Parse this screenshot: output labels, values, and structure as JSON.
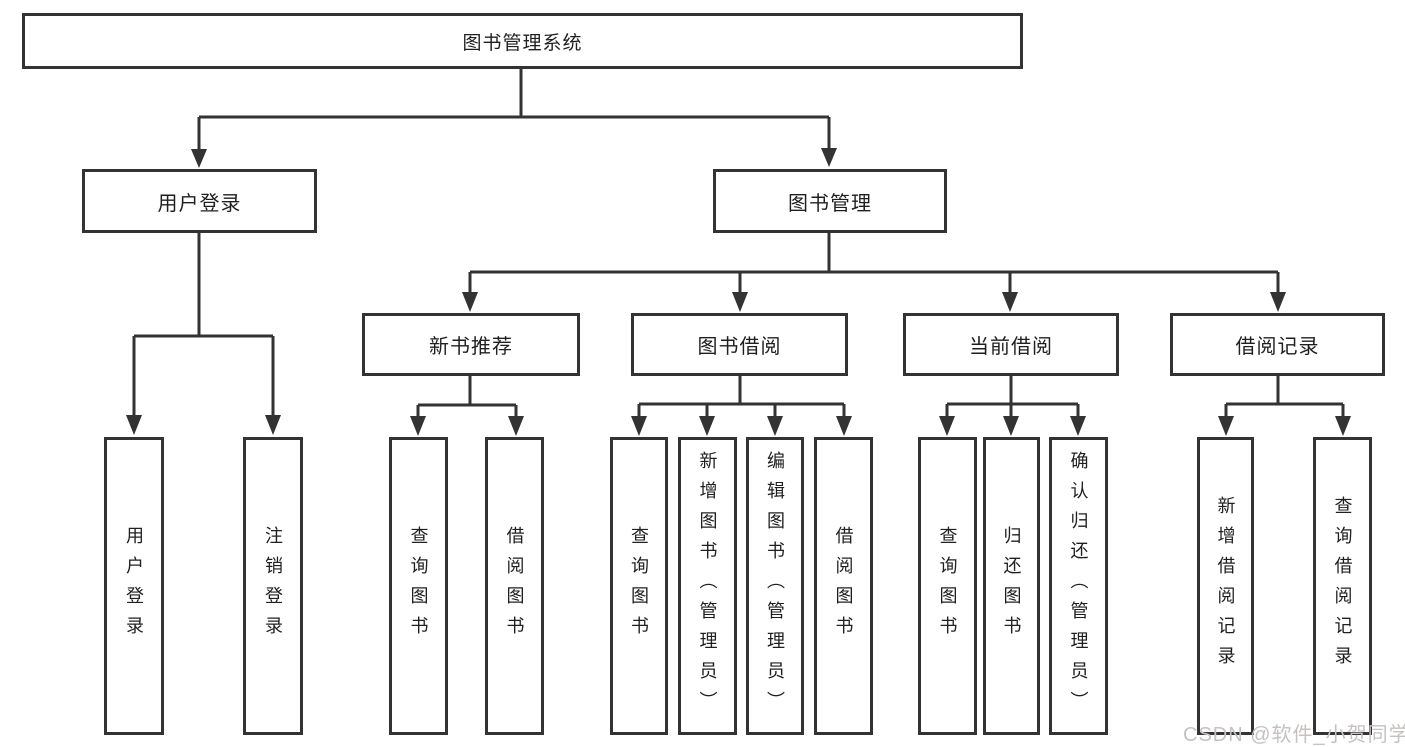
{
  "nodes": {
    "root": {
      "label": "图书管理系统"
    },
    "user_login": {
      "label": "用户登录"
    },
    "book_management": {
      "label": "图书管理"
    },
    "new_book_recommend": {
      "label": "新书推荐"
    },
    "book_borrowing": {
      "label": "图书借阅"
    },
    "current_borrowing": {
      "label": "当前借阅"
    },
    "borrowing_records": {
      "label": "借阅记录"
    },
    "login": {
      "label": "用户登录"
    },
    "logout": {
      "label": "注销登录"
    },
    "nb_query_books": {
      "label": "查询图书"
    },
    "nb_borrow_books": {
      "label": "借阅图书"
    },
    "bb_query_books": {
      "label": "查询图书"
    },
    "bb_add_books": {
      "label": "新增图书（管理员）"
    },
    "bb_edit_books": {
      "label": "编辑图书（管理员）"
    },
    "bb_borrow_books": {
      "label": "借阅图书"
    },
    "cb_query_books": {
      "label": "查询图书"
    },
    "cb_return_books": {
      "label": "归还图书"
    },
    "cb_confirm_return": {
      "label": "确认归还（管理员）"
    },
    "br_add_record": {
      "label": "新增借阅记录"
    },
    "br_query_record": {
      "label": "查询借阅记录"
    }
  },
  "watermark": {
    "text": "CSDN @软件_小贺同学"
  },
  "colors": {
    "line": "#333333",
    "border": "#333333",
    "text": "#1f1f1f",
    "watermark": "#c7c0c0",
    "background": "#ffffff"
  }
}
